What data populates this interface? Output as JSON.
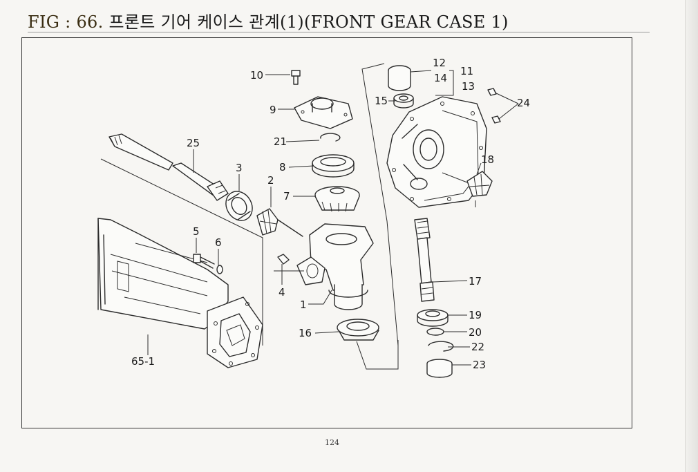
{
  "header": {
    "title_prefix": "FIG : 66.",
    "title_korean": "프론트 기어 케이스 관계(1)",
    "title_english": "(FRONT GEAR CASE 1)"
  },
  "diagram": {
    "callouts": [
      {
        "id": "10",
        "text": "10"
      },
      {
        "id": "9",
        "text": "9"
      },
      {
        "id": "21",
        "text": "21"
      },
      {
        "id": "8",
        "text": "8"
      },
      {
        "id": "7",
        "text": "7"
      },
      {
        "id": "25",
        "text": "25"
      },
      {
        "id": "3",
        "text": "3"
      },
      {
        "id": "2",
        "text": "2"
      },
      {
        "id": "5",
        "text": "5"
      },
      {
        "id": "6",
        "text": "6"
      },
      {
        "id": "4",
        "text": "4"
      },
      {
        "id": "1",
        "text": "1"
      },
      {
        "id": "16",
        "text": "16"
      },
      {
        "id": "65-1",
        "text": "65-1"
      },
      {
        "id": "12",
        "text": "12"
      },
      {
        "id": "14",
        "text": "14"
      },
      {
        "id": "11",
        "text": "11"
      },
      {
        "id": "13",
        "text": "13"
      },
      {
        "id": "15",
        "text": "15"
      },
      {
        "id": "24",
        "text": "24"
      },
      {
        "id": "18",
        "text": "18"
      },
      {
        "id": "17",
        "text": "17"
      },
      {
        "id": "19",
        "text": "19"
      },
      {
        "id": "20",
        "text": "20"
      },
      {
        "id": "22",
        "text": "22"
      },
      {
        "id": "23",
        "text": "23"
      }
    ]
  },
  "footer": {
    "page_number": "124"
  }
}
